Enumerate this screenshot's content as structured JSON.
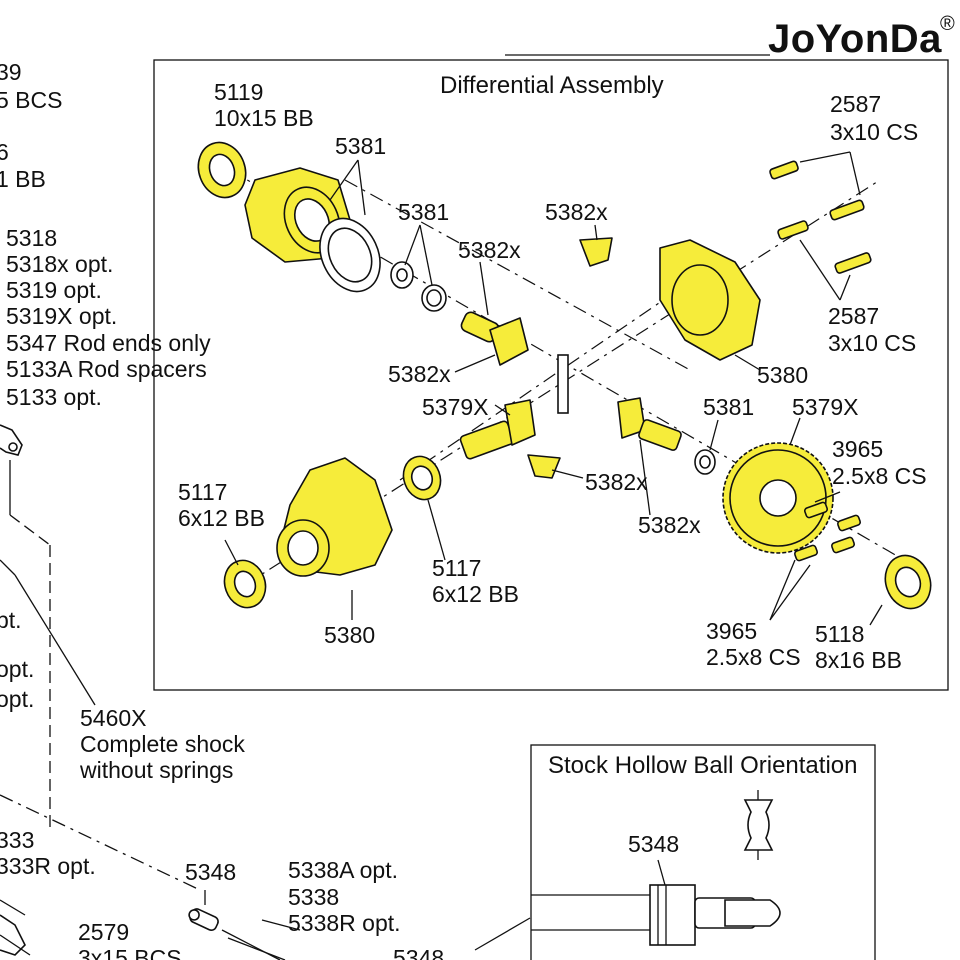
{
  "brand": {
    "name": "JoYonDa",
    "mark": "®"
  },
  "assembly": {
    "title": "Differential Assembly",
    "labels": {
      "p5119": "5119",
      "p5119_desc": "10x15 BB",
      "p5381_a": "5381",
      "p5381_b": "5381",
      "p5381_c": "5381",
      "p5382x_a": "5382x",
      "p5382x_b": "5382x",
      "p5382x_c": "5382x",
      "p5382x_d": "5382x",
      "p5382x_e": "5382x",
      "p2587_a": "2587",
      "p2587_a_desc": "3x10 CS",
      "p2587_b": "2587",
      "p2587_b_desc": "3x10 CS",
      "p5380_a": "5380",
      "p5380_b": "5380",
      "p5379x_a": "5379X",
      "p5379x_b": "5379X",
      "p3965_a": "3965",
      "p3965_a_desc": "2.5x8 CS",
      "p3965_b": "3965",
      "p3965_b_desc": "2.5x8 CS",
      "p5117_a": "5117",
      "p5117_a_desc": "6x12 BB",
      "p5117_b": "5117",
      "p5117_b_desc": "6x12 BB",
      "p5118": "5118",
      "p5118_desc": "8x16 BB"
    }
  },
  "left_labels": {
    "l1": "39",
    "l2": "5 BCS",
    "l3": "6",
    "l4": "1 BB",
    "l5": "5318",
    "l6": "5318x opt.",
    "l7": "5319 opt.",
    "l8": "5319X opt.",
    "l9": "5347 Rod ends only",
    "l10": "5133A Rod spacers",
    "l11": "5133 opt.",
    "l12": "pt.",
    "l13": "opt.",
    "l14": "opt.",
    "l15": "5460X",
    "l16": "Complete shock",
    "l17": "without springs",
    "l18": "333",
    "l19": "333R opt.",
    "l20": "5348",
    "l21": "5338A opt.",
    "l22": "5338",
    "l23": "5338R  opt.",
    "l24": "2579",
    "l25": "3x15 BCS",
    "l26": "5348"
  },
  "orientation_box": {
    "title": "Stock Hollow Ball Orientation",
    "part": "5348"
  }
}
